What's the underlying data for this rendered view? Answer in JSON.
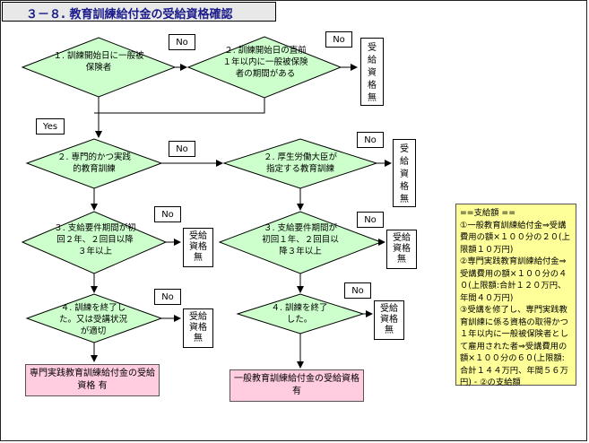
{
  "title": "３－８. 教育訓練給付金の受給資格確認",
  "nodes": {
    "q1": "１. 訓練開始日に一般被保険者",
    "q2": "２. 訓練開始日の直前１年以内に一般被保険者の期間がある",
    "q3": "２. 専門的かつ実践的教育訓練",
    "q4": "２. 厚生労働大臣が指定する教育訓練",
    "q5": "３. 支給要件期間が初回２年、２回目以降３年以上",
    "q6": "３. 支給要件期間が初回１年、２回目以降３年以上",
    "q7": "４. 訓練を終了した。又は受講状況が適切",
    "q8": "４. 訓練を終了した。"
  },
  "labels": {
    "no": "No",
    "yes": "Yes",
    "ineligible": [
      "受",
      "給",
      "資",
      "格",
      "無"
    ]
  },
  "results": {
    "specialized": "専門実践教育訓練給付金の受給資格 有",
    "general": "一般教育訓練給付金の受給資格 有"
  },
  "note": {
    "heading": "==支給額 ==",
    "lines": [
      "①一般教育訓練給付金⇒受講費用の額×１００分の２０(上限額１０万円)",
      "②専門実践教育訓練給付金⇒受講費用の額×１００分の４０(上限額:合計１２０万円、年間４０万円)",
      "③受講を修了し、専門実践教育訓練に係る資格の取得かつ１年以内に一般被保険者として雇用された者⇒受講費用の額×１００分の６０(上限額:合計１４４万円、年間５６万円) - ②の支給額"
    ]
  },
  "colors": {
    "diamond": "#ccffcc",
    "result": "#ffcce0",
    "note": "#ffff99"
  }
}
